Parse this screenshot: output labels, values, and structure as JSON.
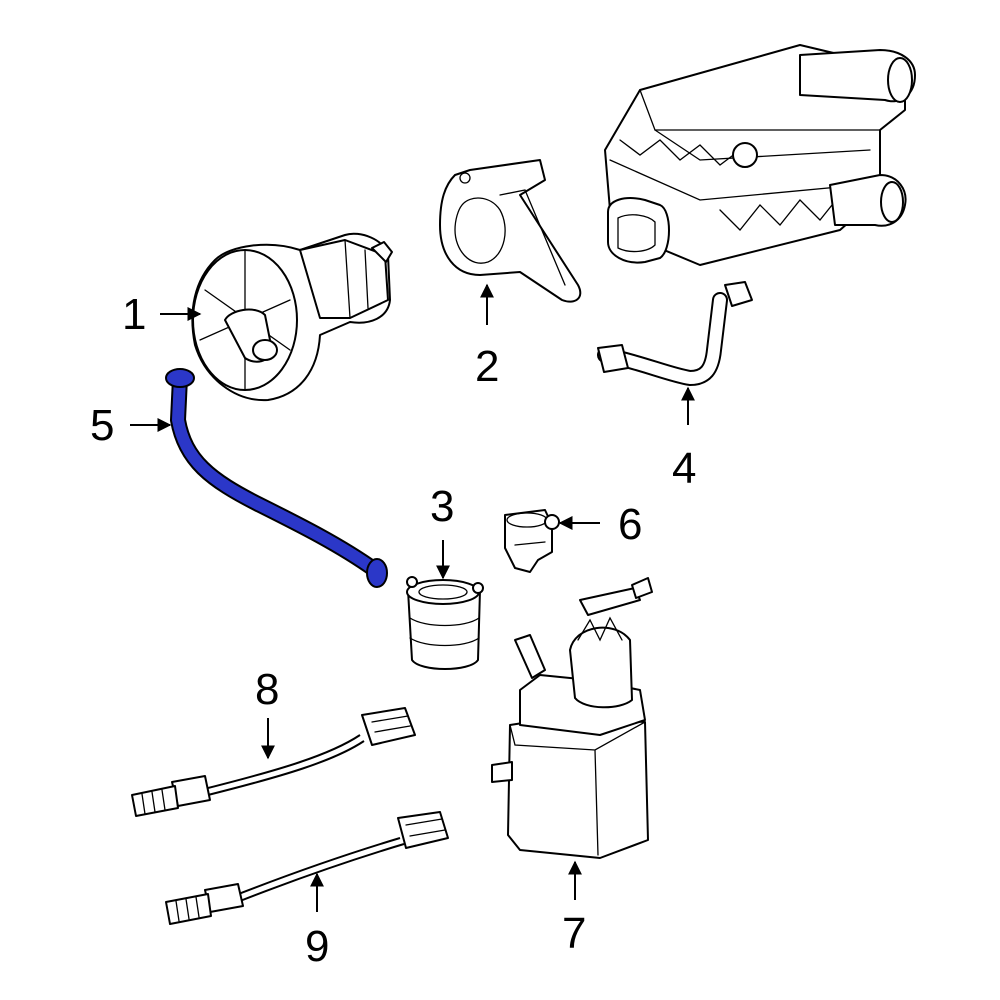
{
  "highlight_color": "#2b37c8",
  "callouts": [
    {
      "id": "1",
      "label": "1"
    },
    {
      "id": "2",
      "label": "2"
    },
    {
      "id": "3",
      "label": "3"
    },
    {
      "id": "4",
      "label": "4"
    },
    {
      "id": "5",
      "label": "5"
    },
    {
      "id": "6",
      "label": "6"
    },
    {
      "id": "7",
      "label": "7"
    },
    {
      "id": "8",
      "label": "8"
    },
    {
      "id": "9",
      "label": "9"
    }
  ]
}
